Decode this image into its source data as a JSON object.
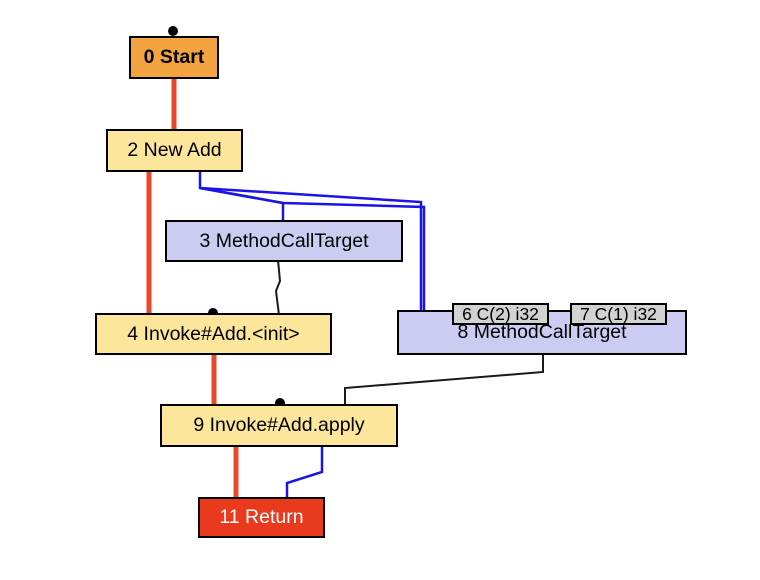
{
  "graph": {
    "background": "#ffffff",
    "nodes": [
      {
        "id": 0,
        "label": "0 Start",
        "kind": "start",
        "fill": "#f3a33f",
        "text_color": "#000000",
        "bold": true,
        "has_input_dot": true
      },
      {
        "id": 2,
        "label": "2 New Add",
        "kind": "fixed",
        "fill": "#fbe69c",
        "text_color": "#000000",
        "bold": false,
        "has_input_dot": false
      },
      {
        "id": 3,
        "label": "3 MethodCallTarget",
        "kind": "call-target",
        "fill": "#ccccf2",
        "text_color": "#000000",
        "bold": false,
        "has_input_dot": false
      },
      {
        "id": 4,
        "label": "4 Invoke#Add.<init>",
        "kind": "invoke",
        "fill": "#fbe69c",
        "text_color": "#000000",
        "bold": false,
        "has_input_dot": true
      },
      {
        "id": 6,
        "label": "6 C(2) i32",
        "kind": "constant",
        "fill": "#d2d2d2",
        "text_color": "#000000",
        "bold": false,
        "has_input_dot": false
      },
      {
        "id": 7,
        "label": "7 C(1) i32",
        "kind": "constant",
        "fill": "#d2d2d2",
        "text_color": "#000000",
        "bold": false,
        "has_input_dot": false
      },
      {
        "id": 8,
        "label": "8 MethodCallTarget",
        "kind": "call-target",
        "fill": "#ccccf2",
        "text_color": "#000000",
        "bold": false,
        "has_input_dot": false
      },
      {
        "id": 9,
        "label": "9 Invoke#Add.apply",
        "kind": "invoke",
        "fill": "#fbe69c",
        "text_color": "#000000",
        "bold": false,
        "has_input_dot": true
      },
      {
        "id": 11,
        "label": "11 Return",
        "kind": "return",
        "fill": "#e93a1d",
        "text_color": "#ffffff",
        "bold": false,
        "has_input_dot": false
      }
    ],
    "edges": [
      {
        "from": "0 Start",
        "to": "2 New Add",
        "type": "control"
      },
      {
        "from": "2 New Add",
        "to": "4 Invoke#Add.<init>",
        "type": "control"
      },
      {
        "from": "4 Invoke#Add.<init>",
        "to": "9 Invoke#Add.apply",
        "type": "control"
      },
      {
        "from": "9 Invoke#Add.apply",
        "to": "11 Return",
        "type": "control"
      },
      {
        "from": "2 New Add",
        "to": "3 MethodCallTarget",
        "type": "data"
      },
      {
        "from": "2 New Add",
        "to": "8 MethodCallTarget",
        "type": "data"
      },
      {
        "from": "2 New Add",
        "to": "8 MethodCallTarget",
        "type": "data"
      },
      {
        "from": "9 Invoke#Add.apply",
        "to": "11 Return",
        "type": "data"
      },
      {
        "from": "3 MethodCallTarget",
        "to": "4 Invoke#Add.<init>",
        "type": "target"
      },
      {
        "from": "8 MethodCallTarget",
        "to": "9 Invoke#Add.apply",
        "type": "target"
      }
    ],
    "edge_colors": {
      "control": "#e8462d",
      "data": "#1a14e6",
      "target": "#1a1a1a"
    },
    "dot_color": "#000000",
    "border_color": "#000000"
  }
}
